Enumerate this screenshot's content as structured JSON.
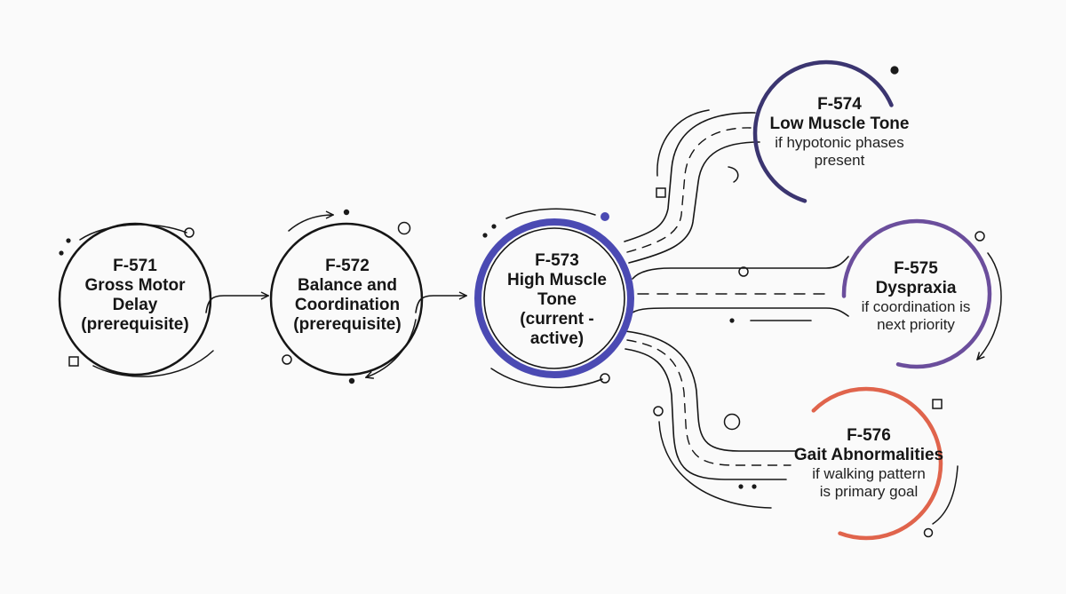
{
  "nodes": {
    "f571": {
      "code": "F-571",
      "lines": [
        "Gross Motor",
        "Delay",
        "(prerequisite)"
      ]
    },
    "f572": {
      "code": "F-572",
      "lines": [
        "Balance and",
        "Coordination",
        "(prerequisite)"
      ]
    },
    "f573": {
      "code": "F-573",
      "lines": [
        "High Muscle",
        "Tone",
        "(current -",
        "active)"
      ]
    },
    "f574": {
      "code": "F-574",
      "title": "Low Muscle Tone",
      "condition": [
        "if hypotonic phases",
        "present"
      ]
    },
    "f575": {
      "code": "F-575",
      "title": "Dyspraxia",
      "condition": [
        "if coordination is",
        "next priority"
      ]
    },
    "f576": {
      "code": "F-576",
      "title": "Gait Abnormalities",
      "condition": [
        "if walking pattern",
        "is primary goal"
      ]
    }
  },
  "colors": {
    "ink": "#161616",
    "active": "#4b4ab3",
    "f574": "#3b3570",
    "f575": "#6b4e9c",
    "f576": "#e0644c"
  }
}
